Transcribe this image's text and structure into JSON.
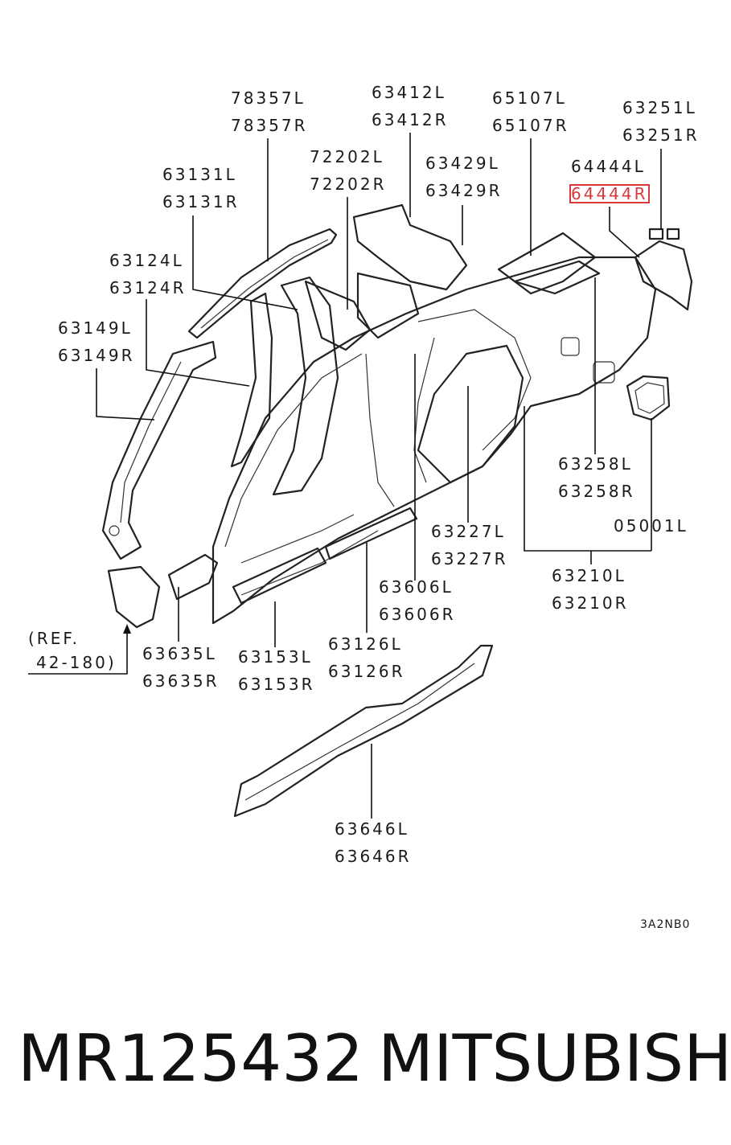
{
  "labels": [
    {
      "id": "78357",
      "left": "78357L",
      "right": "78357R"
    },
    {
      "id": "63412",
      "left": "63412L",
      "right": "63412R"
    },
    {
      "id": "65107",
      "left": "65107L",
      "right": "65107R"
    },
    {
      "id": "63251",
      "left": "63251L",
      "right": "63251R"
    },
    {
      "id": "72202",
      "left": "72202L",
      "right": "72202R"
    },
    {
      "id": "63429",
      "left": "63429L",
      "right": "63429R"
    },
    {
      "id": "64444",
      "left": "64444L",
      "right": "64444R",
      "highlighted": "right"
    },
    {
      "id": "63131",
      "left": "63131L",
      "right": "63131R"
    },
    {
      "id": "63124",
      "left": "63124L",
      "right": "63124R"
    },
    {
      "id": "63149",
      "left": "63149L",
      "right": "63149R"
    },
    {
      "id": "63258",
      "left": "63258L",
      "right": "63258R"
    },
    {
      "id": "05001",
      "left": "05001L",
      "right": ""
    },
    {
      "id": "63227",
      "left": "63227L",
      "right": "63227R"
    },
    {
      "id": "63210",
      "left": "63210L",
      "right": "63210R"
    },
    {
      "id": "63606",
      "left": "63606L",
      "right": "63606R"
    },
    {
      "id": "63635",
      "left": "63635L",
      "right": "63635R"
    },
    {
      "id": "63153",
      "left": "63153L",
      "right": "63153R"
    },
    {
      "id": "63126",
      "left": "63126L",
      "right": "63126R"
    },
    {
      "id": "63646",
      "left": "63646L",
      "right": "63646R"
    }
  ],
  "reference": {
    "line1": "(REF.",
    "line2": "42-180)"
  },
  "diagram_code": "3A2NB0",
  "footer": {
    "part_number": "MR125432",
    "brand": "MITSUBISHI"
  },
  "colors": {
    "highlight": "#d63a3a",
    "ink": "#1a1a1a"
  }
}
